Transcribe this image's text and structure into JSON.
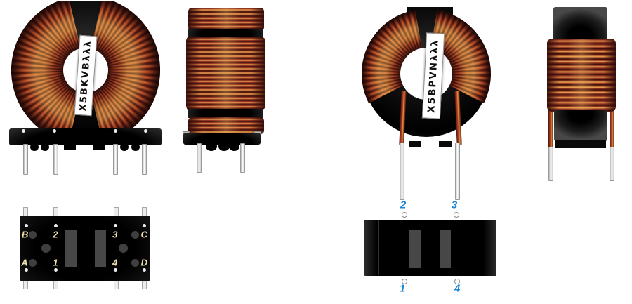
{
  "colors": {
    "background": "#FFFFFF",
    "copper_dark": "#2E0A07",
    "copper_mid": "#A64227",
    "copper_gold": "#EAA94E",
    "core_black": "#0B0B0B",
    "pin_silver": "#F0F0F0",
    "marking_text": "#111111",
    "pin_label_cream": "#F0E1AF",
    "pin_label_blue": "#1B86D6"
  },
  "choke_a": {
    "marking": "X5BKVBλλλ",
    "bottom_view": {
      "top_row": [
        "B",
        "2",
        "3",
        "C"
      ],
      "bottom_row": [
        "A",
        "1",
        "4",
        "D"
      ]
    }
  },
  "choke_b": {
    "marking": "X5BPVNλλλ",
    "bottom_view": {
      "top_row": [
        "2",
        "3"
      ],
      "bottom_row": [
        "1",
        "4"
      ]
    }
  }
}
